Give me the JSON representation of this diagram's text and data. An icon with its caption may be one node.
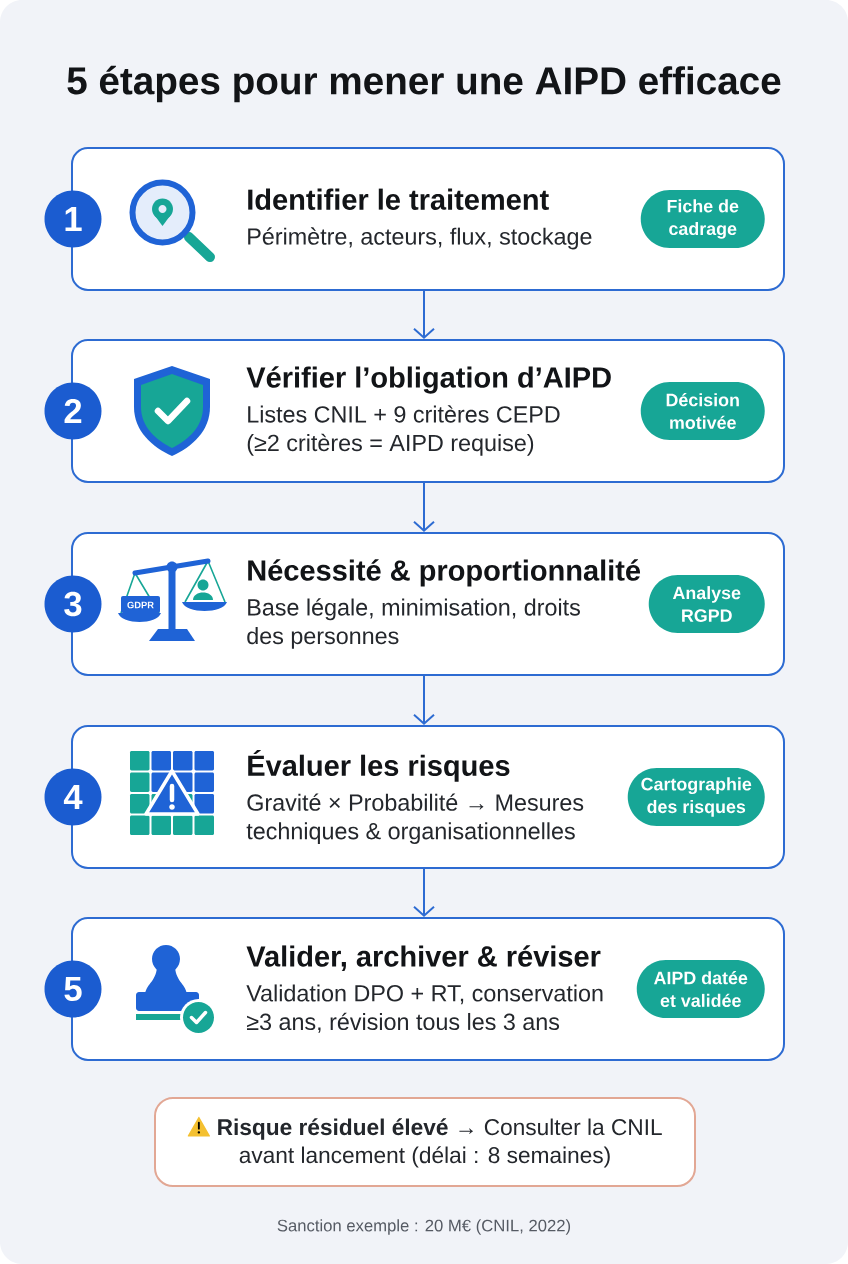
{
  "diagram": {
    "title": "5 étapes pour mener une AIPD efficace",
    "nodes": [
      {
        "text": [
          "Identifier le traitement",
          "Périmètre, acteurs, flux, stockage"
        ]
      },
      {
        "text": [
          "1"
        ]
      },
      {
        "text": [
          "Fiche de cadrage"
        ],
        "in": 0
      },
      {
        "text": [
          "Vérifier l’obligation d’AIPD",
          "Listes CNIL + 9 critères CEPD (≥2 critères = AIPD requise)"
        ]
      },
      {
        "text": [
          "2"
        ]
      },
      {
        "text": [
          "Décision motivée"
        ],
        "in": 3
      },
      {
        "text": [
          "Nécessité & proportionnalité",
          "Base légale, minimisation, droits des personnes"
        ]
      },
      {
        "text": [
          "3"
        ]
      },
      {
        "text": [
          "Analyse RGPD"
        ],
        "in": 6
      },
      {
        "text": [
          "Évaluer les risques",
          "Gravité × Probabilité → Mesures techniques & organisationnelles"
        ]
      },
      {
        "text": [
          "4"
        ]
      },
      {
        "text": [
          "Cartographie des risques"
        ],
        "in": 9
      },
      {
        "text": [
          "Valider, archiver & réviser",
          "Validation DPO + RT, conservation ≥3 ans, révision tous les 3 ans"
        ]
      },
      {
        "text": [
          "5"
        ]
      },
      {
        "text": [
          "AIPD datée et validée"
        ],
        "in": 12
      },
      {
        "text": [
          "**Risque résiduel élevé** → Consulter la CNIL avant lancement (délai : 8 semaines)"
        ]
      }
    ],
    "edges": [
      {
        "from": 0,
        "to": 3,
        "arrow": "to"
      },
      {
        "from": 3,
        "to": 6,
        "arrow": "to"
      },
      {
        "from": 6,
        "to": 9,
        "arrow": "to"
      },
      {
        "from": 9,
        "to": 12,
        "arrow": "to"
      }
    ],
    "labels": [
      "GDPR"
    ],
    "caption": "Sanction exemple : 20 M€ (CNIL, 2022)"
  }
}
